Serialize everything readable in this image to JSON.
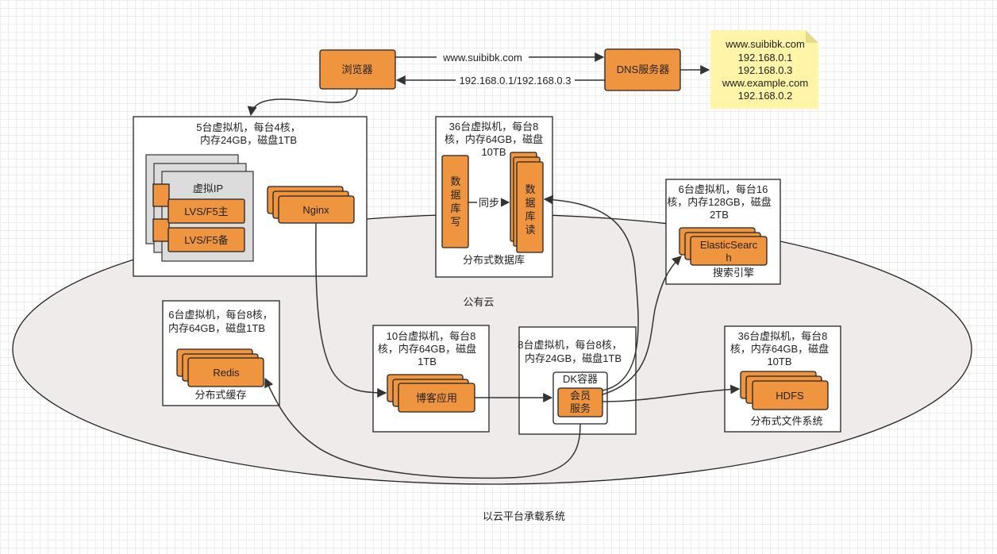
{
  "browser": "浏览器",
  "dns_server": "DNS服务器",
  "edge_request": "www.suibibk.com",
  "edge_response": "192.168.0.1/192.168.0.3",
  "dns_note": [
    "www.suibibk.com",
    "192.168.0.1",
    "192.168.0.3",
    "www.example.com",
    "192.168.0.2"
  ],
  "lb_group": {
    "spec": [
      "5台虚拟机，每台4核，",
      "内存24GB，磁盘1TB"
    ],
    "virtual_ip": "虚拟IP",
    "lvs_master": "LVS/F5主",
    "lvs_backup": "LVS/F5备",
    "nginx": "Nginx"
  },
  "db_group": {
    "spec": [
      "36台虚拟机，每台8",
      "核，内存64GB，磁盘",
      "10TB"
    ],
    "write": [
      "数",
      "据",
      "库",
      "写"
    ],
    "read": [
      "数",
      "据",
      "库",
      "读"
    ],
    "sync": "同步",
    "caption": "分布式数据库"
  },
  "search_group": {
    "spec": [
      "6台虚拟机，每台16",
      "核，内存128GB，磁盘",
      "2TB"
    ],
    "node": [
      "ElasticSearc",
      "h"
    ],
    "caption": "搜索引擎"
  },
  "public_cloud": "公有云",
  "cache_group": {
    "spec": [
      "6台虚拟机，每台8核，",
      "内存64GB，磁盘1TB"
    ],
    "node": "Redis",
    "caption": "分布式缓存"
  },
  "blog_group": {
    "spec": [
      "10台虚拟机，每台8",
      "核，内存64GB，磁盘",
      "1TB"
    ],
    "node": "博客应用"
  },
  "member_group": {
    "spec": [
      "8台虚拟机，每台8核，",
      "内存24GB，磁盘1TB"
    ],
    "container": "DK容器",
    "node": [
      "会员",
      "服务"
    ]
  },
  "hdfs_group": {
    "spec": [
      "36台虚拟机，每台8",
      "核，内存64GB，磁盘",
      "10TB"
    ],
    "node": "HDFS",
    "caption": "分布式文件系统"
  },
  "footer": "以云平台承载系统"
}
